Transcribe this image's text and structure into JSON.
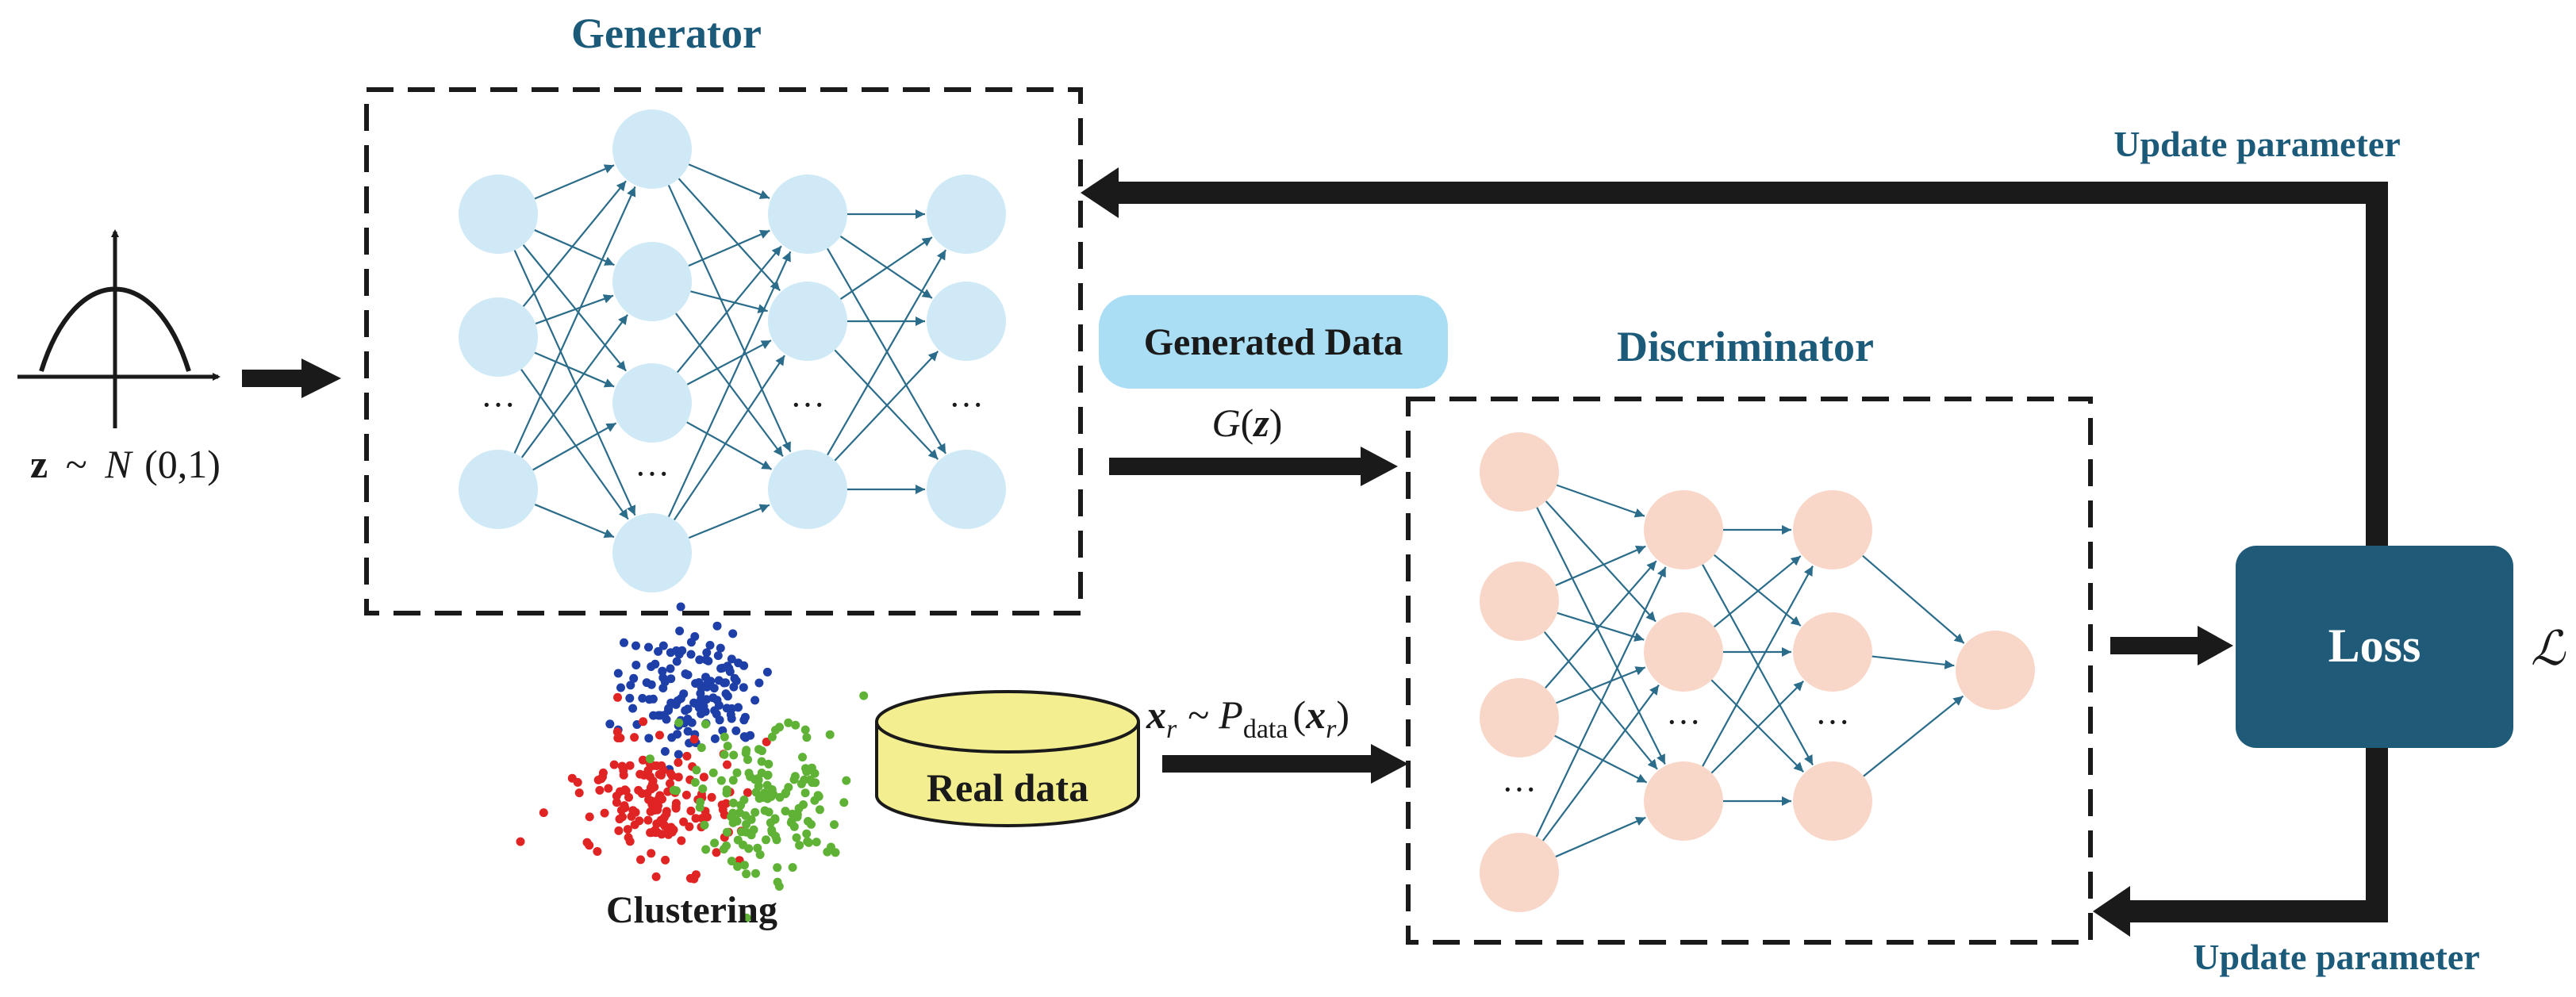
{
  "generator": {
    "title": "Generator",
    "ellipsis": "···"
  },
  "discriminator": {
    "title": "Discriminator",
    "ellipsis": "···"
  },
  "noise": {
    "z": "z",
    "tilde": "~",
    "N": "N",
    "args": "(0,1)"
  },
  "generated_data": {
    "label": "Generated Data",
    "math_G": "G",
    "math_z": "z"
  },
  "real_data": {
    "label": "Real data",
    "math_x": "x",
    "sub_r": "r",
    "tilde": "~",
    "P": "P",
    "sub_data": "data",
    "open": "(",
    "close": ")"
  },
  "clustering": {
    "label": "Clustering"
  },
  "loss": {
    "label": "Loss",
    "symbol": "ℒ"
  },
  "update_top": {
    "label": "Update parameter"
  },
  "update_bottom": {
    "label": "Update parameter"
  },
  "colors": {
    "title": "#1c5a7a",
    "gen_node": "#cfe9f6",
    "disc_node": "#f8d7c9",
    "edge": "#2b6c8a",
    "generated_pill": "#a9def4",
    "cylinder": "#f3ee8f",
    "loss_box": "#1f5b78",
    "cluster_blue": "#1f3fa8",
    "cluster_red": "#e02424",
    "cluster_green": "#5fb236"
  }
}
